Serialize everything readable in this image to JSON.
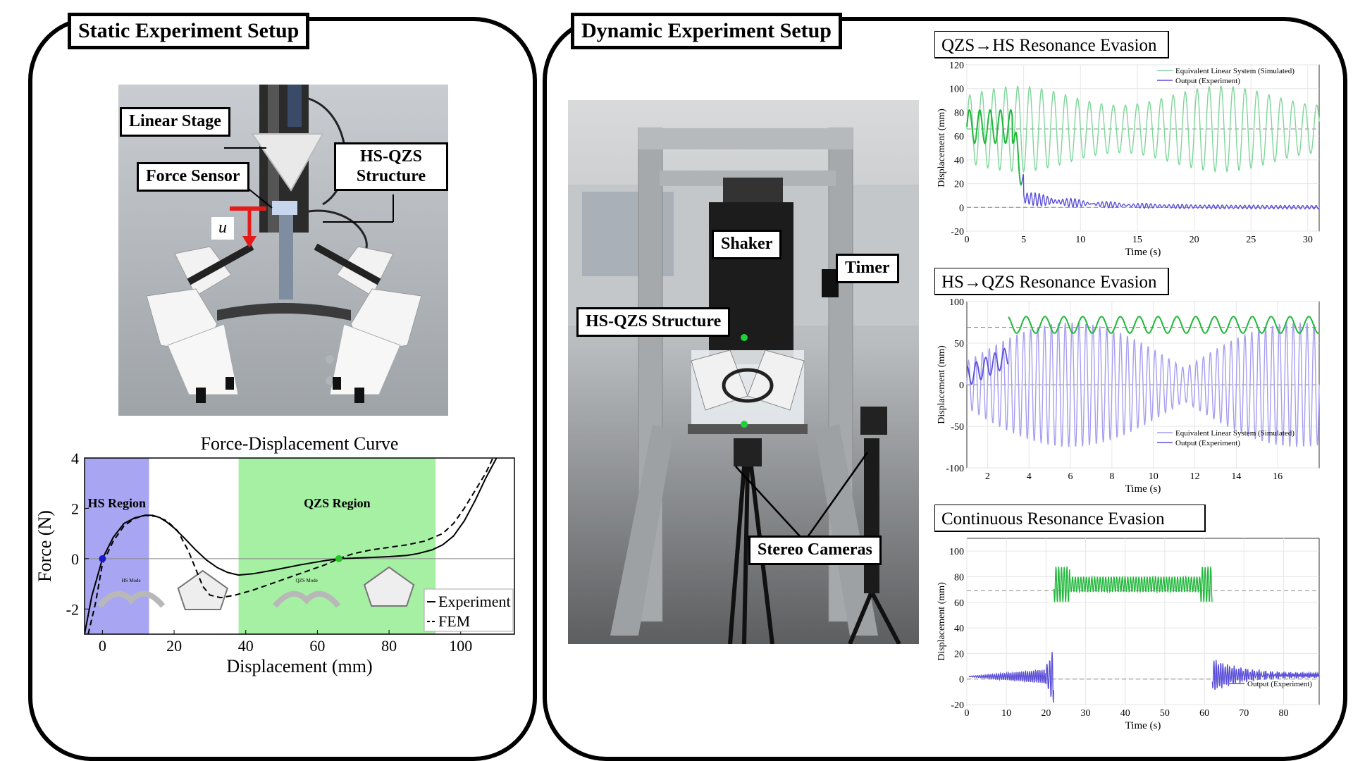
{
  "static_panel": {
    "title": "Static Experiment Setup",
    "callouts": {
      "linear_stage": "Linear Stage",
      "force_sensor": "Force Sensor",
      "hs_qzs_line1": "HS-QZS",
      "hs_qzs_line2": "Structure",
      "u": "u"
    }
  },
  "dynamic_panel": {
    "title": "Dynamic Experiment Setup",
    "callouts": {
      "shaker": "Shaker",
      "timer": "Timer",
      "hs_qzs": "HS-QZS Structure",
      "stereo": "Stereo Cameras"
    }
  },
  "colors": {
    "simulated": "#7fd69a",
    "experiment_green": "#1fb83a",
    "experiment_blue": "#5b4fd8",
    "simulated_lavender": "#a79ef0",
    "hs_region": "#a8a6f3",
    "qzs_region": "#a6f0a4"
  },
  "chart_data": [
    {
      "type": "line",
      "title": "Force-Displacement Curve",
      "xlabel": "Displacement (mm)",
      "ylabel": "Force (N)",
      "xlim": [
        -5,
        115
      ],
      "ylim": [
        -3,
        4
      ],
      "xticks": [
        "0",
        "20",
        "40",
        "60",
        "80",
        "100"
      ],
      "yticks": [
        "4",
        "2",
        "0",
        "-2"
      ],
      "regions": [
        {
          "label": "HS Region",
          "x": [
            -5,
            13
          ]
        },
        {
          "label": "QZS Region",
          "x": [
            38,
            93
          ]
        }
      ],
      "mode_labels": [
        "HS Mode",
        "QZS Mode"
      ],
      "series": [
        {
          "name": "Experiment",
          "style": "solid",
          "x": [
            -5,
            -3,
            0,
            3,
            6,
            9,
            12,
            14,
            16,
            18,
            20,
            23,
            26,
            29,
            32,
            35,
            38,
            42,
            48,
            55,
            62,
            66,
            70,
            75,
            80,
            85,
            88,
            92,
            95,
            98,
            101,
            104,
            107,
            110
          ],
          "y": [
            -3.0,
            -1.5,
            0.0,
            0.85,
            1.4,
            1.62,
            1.73,
            1.72,
            1.63,
            1.45,
            1.22,
            0.8,
            0.35,
            -0.05,
            -0.35,
            -0.55,
            -0.65,
            -0.6,
            -0.45,
            -0.25,
            -0.08,
            0.0,
            0.02,
            0.05,
            0.08,
            0.13,
            0.2,
            0.35,
            0.55,
            0.9,
            1.5,
            2.3,
            3.2,
            4.0
          ]
        },
        {
          "name": "FEM",
          "style": "dashed",
          "x": [
            -4,
            -2,
            0,
            3,
            6,
            9,
            12,
            15,
            18,
            21,
            24,
            26,
            28,
            30,
            33,
            37,
            42,
            48,
            55,
            62,
            66,
            70,
            75,
            80,
            85,
            90,
            95,
            98,
            101,
            104,
            107,
            109
          ],
          "y": [
            -3.0,
            -1.8,
            -0.2,
            0.7,
            1.3,
            1.6,
            1.72,
            1.68,
            1.5,
            1.1,
            0.3,
            -0.4,
            -1.1,
            -1.45,
            -1.55,
            -1.45,
            -1.25,
            -0.95,
            -0.6,
            -0.25,
            0.0,
            0.2,
            0.35,
            0.45,
            0.55,
            0.7,
            1.0,
            1.4,
            2.0,
            2.7,
            3.4,
            4.0
          ]
        }
      ],
      "markers": [
        {
          "x": 0,
          "y": 0
        },
        {
          "x": 66,
          "y": 0
        }
      ],
      "legend": [
        "Experiment",
        "FEM"
      ]
    },
    {
      "type": "line",
      "title": "QZS→HS Resonance Evasion",
      "xlabel": "Time (s)",
      "ylabel": "Displacement (mm)",
      "xlim": [
        0,
        31
      ],
      "ylim": [
        -20,
        120
      ],
      "xticks": [
        "0",
        "5",
        "10",
        "15",
        "20",
        "25",
        "30"
      ],
      "yticks": [
        "120",
        "100",
        "80",
        "60",
        "40",
        "20",
        "0",
        "-20"
      ],
      "reference_lines": [
        66,
        0
      ],
      "legend": [
        "Equivalent Linear System (Simulated)",
        "Output (Experiment)"
      ]
    },
    {
      "type": "line",
      "title": "HS→QZS Resonance Evasion",
      "xlabel": "Time (s)",
      "ylabel": "Displacement (mm)",
      "xlim": [
        1,
        18
      ],
      "ylim": [
        -100,
        100
      ],
      "xticks": [
        "2",
        "4",
        "6",
        "8",
        "10",
        "12",
        "14",
        "16"
      ],
      "yticks": [
        "100",
        "50",
        "0",
        "-50",
        "-100"
      ],
      "reference_lines": [
        69,
        0
      ],
      "legend": [
        "Equivalent Linear System (Simulated)",
        "Output (Experiment)"
      ]
    },
    {
      "type": "line",
      "title": "Continuous Resonance Evasion",
      "xlabel": "Time (s)",
      "ylabel": "Displacement (mm)",
      "xlim": [
        0,
        89
      ],
      "ylim": [
        -20,
        110
      ],
      "xticks": [
        "0",
        "10",
        "20",
        "30",
        "40",
        "50",
        "60",
        "70",
        "80"
      ],
      "yticks": [
        "100",
        "80",
        "60",
        "40",
        "20",
        "0",
        "-20"
      ],
      "reference_lines": [
        69,
        0
      ],
      "legend": [
        "Output (Experiment)"
      ]
    }
  ]
}
